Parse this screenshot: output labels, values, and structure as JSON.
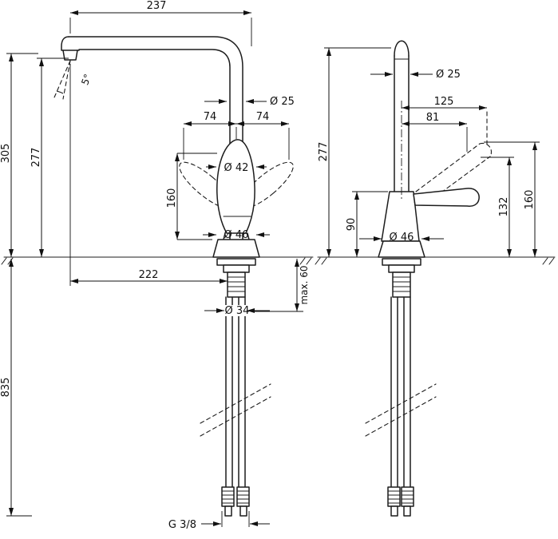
{
  "drawing": {
    "side_view": {
      "spout_reach_top": "237",
      "total_height": "305",
      "spout_height": "277",
      "spray_angle": "5°",
      "pipe_diameter": "Ø 25",
      "swivel_left": "74",
      "swivel_right": "74",
      "handle_diameter": "Ø 42",
      "handle_height": "160",
      "base_diameter": "Ø 46",
      "reach": "222",
      "shank_diameter": "Ø 34",
      "max_counter_thickness": "max. 60",
      "hose_length": "835",
      "connection_thread": "G 3/8"
    },
    "front_view": {
      "pipe_diameter": "Ø 25",
      "handle_reach": "125",
      "handle_offset": "81",
      "spout_height": "277",
      "body_height": "90",
      "base_diameter": "Ø 46",
      "handle_end_height": "132",
      "handle_top_height": "160"
    }
  }
}
